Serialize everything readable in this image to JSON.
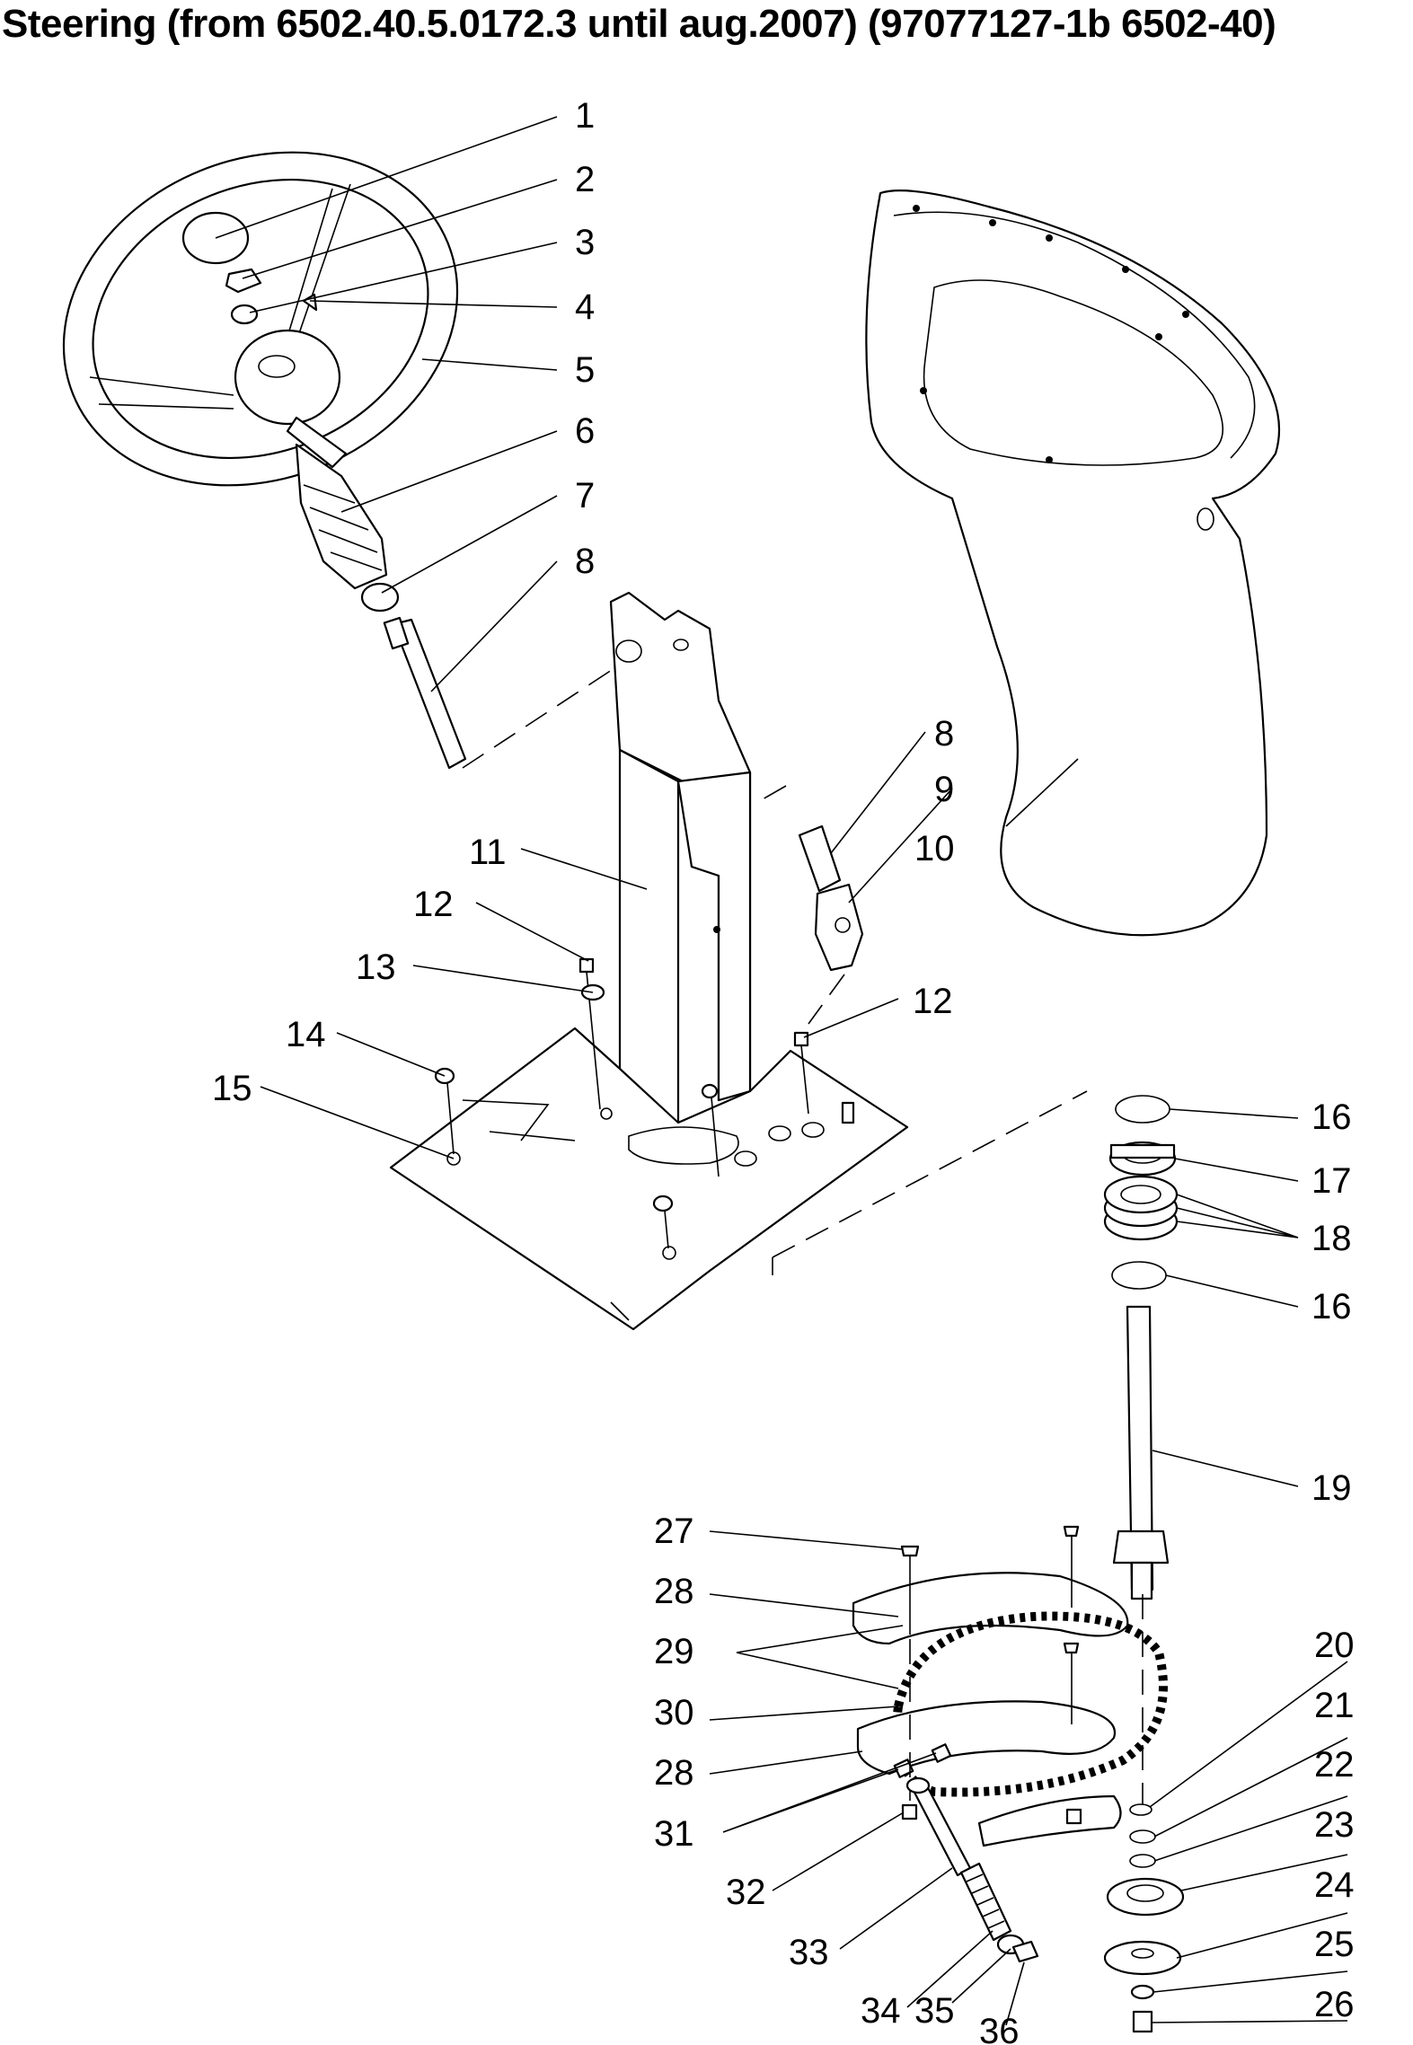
{
  "title": "Steering (from 6502.40.5.0172.3 until aug.2007) (97077127-1b 6502-40)",
  "labels": {
    "n1": "1",
    "n2": "2",
    "n3": "3",
    "n4": "4",
    "n5": "5",
    "n6": "6",
    "n7": "7",
    "n8a": "8",
    "n8b": "8",
    "n9": "9",
    "n10": "10",
    "n11": "11",
    "n12a": "12",
    "n12b": "12",
    "n13": "13",
    "n14": "14",
    "n15": "15",
    "n16a": "16",
    "n16b": "16",
    "n17": "17",
    "n18": "18",
    "n19": "19",
    "n20": "20",
    "n21": "21",
    "n22": "22",
    "n23": "23",
    "n24": "24",
    "n25": "25",
    "n26": "26",
    "n27": "27",
    "n28a": "28",
    "n28b": "28",
    "n29": "29",
    "n30": "30",
    "n31": "31",
    "n32": "32",
    "n33": "33",
    "n34": "34",
    "n35": "35",
    "n36": "36"
  }
}
